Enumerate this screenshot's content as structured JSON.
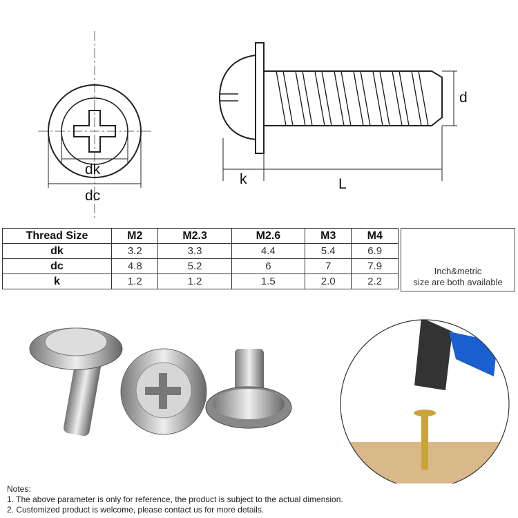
{
  "diagram": {
    "front_labels": {
      "dk": "dk",
      "dc": "dc"
    },
    "side_labels": {
      "d": "d",
      "k": "k",
      "L": "L"
    }
  },
  "table": {
    "header": [
      "Thread Size",
      "M2",
      "M2.3",
      "M2.6",
      "M3",
      "M4"
    ],
    "rows": [
      [
        "dk",
        "3.2",
        "3.3",
        "4.4",
        "5.4",
        "6.9"
      ],
      [
        "dc",
        "4.8",
        "5.2",
        "6",
        "7",
        "7.9"
      ],
      [
        "k",
        "1.2",
        "1.2",
        "1.5",
        "2.0",
        "2.2"
      ]
    ]
  },
  "side_note": {
    "line1": "Inch&metric",
    "line2": "size are both available"
  },
  "notes": {
    "title": "Notes:",
    "items": [
      "1. The above parameter is only for reference, the product is subject to the actual dimension.",
      "2. Customized product is welcome, please contact us for more details."
    ]
  },
  "colors": {
    "hammer_blue": "#1a5fd0",
    "wood": "#d9b98a",
    "brass": "#c9a43a"
  }
}
